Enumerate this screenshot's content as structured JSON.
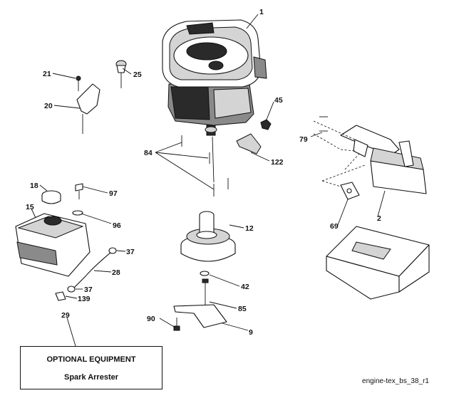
{
  "callouts": {
    "c1": "1",
    "c45": "45",
    "c21": "21",
    "c25": "25",
    "c20": "20",
    "c84": "84",
    "c122": "122",
    "c79": "79",
    "c18": "18",
    "c97": "97",
    "c15": "15",
    "c96": "96",
    "c12": "12",
    "c2": "2",
    "c69": "69",
    "c37a": "37",
    "c28": "28",
    "c37b": "37",
    "c139": "139",
    "c42": "42",
    "c85": "85",
    "c90": "90",
    "c9": "9",
    "c29": "29"
  },
  "optional_box": {
    "title": "OPTIONAL EQUIPMENT",
    "subtitle": "Spark Arrester"
  },
  "diagram_ref": "engine-tex_bs_38_r1"
}
